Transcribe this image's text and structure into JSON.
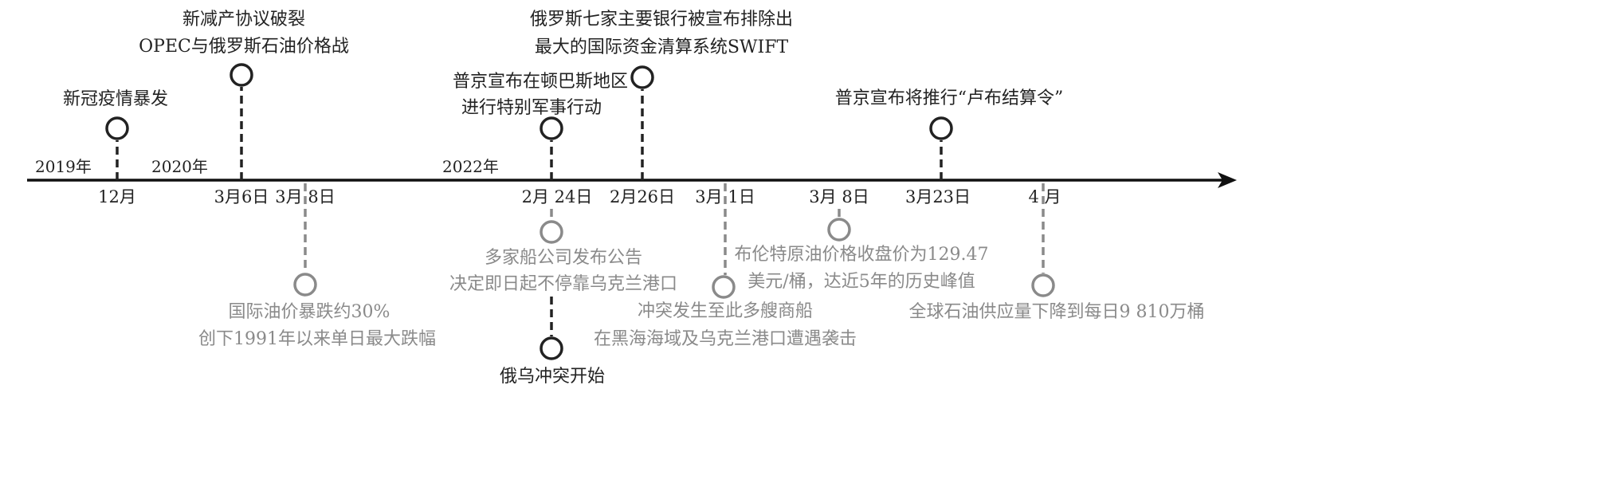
{
  "years": [
    {
      "id": "y2019",
      "label": "2019年"
    },
    {
      "id": "y2020",
      "label": "2020年"
    },
    {
      "id": "y2022",
      "label": "2022年"
    }
  ],
  "dates": [
    {
      "id": "d1",
      "label": "12月"
    },
    {
      "id": "d2",
      "label": "3月6日"
    },
    {
      "id": "d3",
      "label": "3月 8日"
    },
    {
      "id": "d4",
      "label": "2月 24日"
    },
    {
      "id": "d5",
      "label": "2月26日"
    },
    {
      "id": "d6",
      "label": "3月 1日"
    },
    {
      "id": "d7",
      "label": "3月 8日"
    },
    {
      "id": "d8",
      "label": "3月23日"
    },
    {
      "id": "d9",
      "label": "4 月"
    }
  ],
  "events_above": [
    {
      "id": "covid",
      "lines": [
        "新冠疫情暴发"
      ]
    },
    {
      "id": "opec",
      "lines": [
        "新减产协议破裂",
        "OPEC与俄罗斯石油价格战"
      ]
    },
    {
      "id": "putin-op",
      "lines": [
        "普京宣布在顿巴斯地区",
        "进行特别军事行动"
      ]
    },
    {
      "id": "swift",
      "lines": [
        "俄罗斯七家主要银行被宣布排除出",
        "最大的国际资金清算系统SWIFT"
      ]
    },
    {
      "id": "ruble",
      "lines": [
        "普京宣布将推行“卢布结算令”"
      ]
    }
  ],
  "events_below": [
    {
      "id": "oil-crash",
      "lines": [
        "国际油价暴跌约30%",
        "创下1991年以来单日最大跌幅"
      ]
    },
    {
      "id": "shipping",
      "lines": [
        "多家船公司发布公告",
        "决定即日起不停靠乌克兰港口"
      ]
    },
    {
      "id": "war-start",
      "lines": [
        "俄乌冲突开始"
      ]
    },
    {
      "id": "ships-attacked",
      "lines": [
        "冲突发生至此多艘商船",
        "在黑海海域及乌克兰港口遭遇袭击"
      ]
    },
    {
      "id": "brent",
      "lines": [
        "布伦特原油价格收盘价为129.47",
        "美元/桶，达近5年的历史峰值"
      ]
    },
    {
      "id": "supply",
      "lines": [
        "全球石油供应量下降到每日9 810万桶"
      ]
    }
  ],
  "colors": {
    "axis": "#111111",
    "dark": "#222222",
    "gray": "#8a8a8a"
  }
}
